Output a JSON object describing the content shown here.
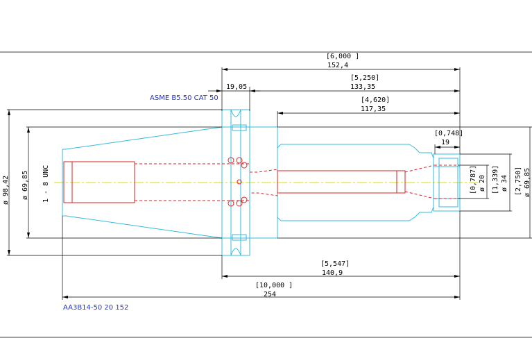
{
  "labels": {
    "standard": "ASME B5.50 CAT 50",
    "part_number": "AA3B14-50 20 152"
  },
  "dimensions": {
    "len_total_in": "[6,000 ]",
    "len_total_mm": "152,4",
    "flange_mm": "19,05",
    "len_from_flange_in": "[5,250]",
    "len_from_flange_mm": "133,35",
    "len_body_in": "[4,620]",
    "len_body_mm": "117,35",
    "nose_in": "[0,748]",
    "nose_mm": "19",
    "gauge_len_in": "[5,547]",
    "gauge_len_mm": "140,9",
    "overall_in": "[10,000 ]",
    "overall_mm": "254",
    "dia_flange": "ø 98,42",
    "dia_taper": "ø 69,85",
    "thread": "1 - 8 UNC",
    "dia_bore_in": "[0,787]",
    "dia_bore_mm": "ø 20",
    "dia_nut_in": "[1,339]",
    "dia_nut_mm": "ø 34",
    "dia_body_in": "[2,750]",
    "dia_body_mm": "ø 69,85"
  },
  "colors": {
    "outline": "#33bbdd",
    "hidden": "#dd2222",
    "centerline": "#dddd00",
    "dimension": "#000000",
    "label": "#2233cc"
  }
}
